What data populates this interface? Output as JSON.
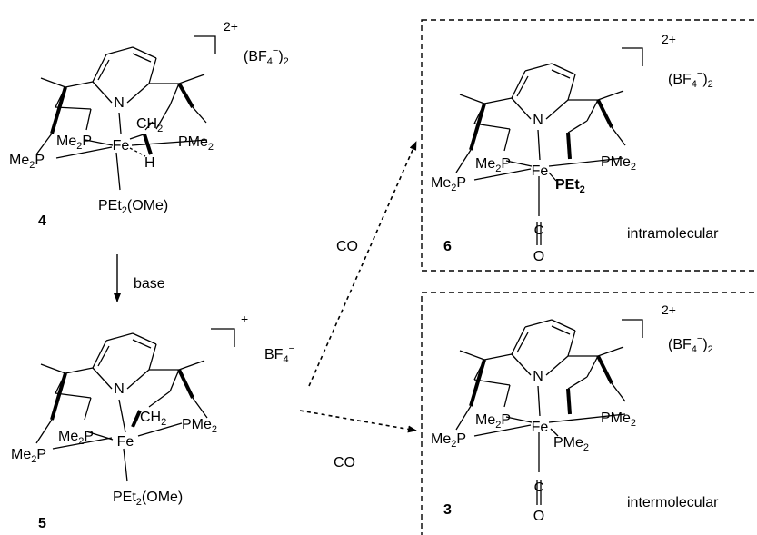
{
  "compounds": {
    "c4": {
      "number": "4",
      "charge": "2+",
      "counterion": {
        "main": "(BF",
        "sub": "4",
        "sup": "−",
        "close": ")",
        "mult": "2"
      },
      "labels": {
        "N": "N",
        "Fe": "Fe",
        "Me2P_left": {
          "a": "Me",
          "b": "2",
          "c": "P"
        },
        "Me2P_inner": {
          "a": "Me",
          "b": "2",
          "c": "P"
        },
        "PMe2_right": {
          "a": "PMe",
          "b": "2"
        },
        "CH2": {
          "a": "CH",
          "b": "2"
        },
        "H": "H",
        "axial": {
          "a": "PEt",
          "b": "2",
          "c": "(OMe)"
        }
      }
    },
    "c5": {
      "number": "5",
      "charge": "+",
      "counterion": {
        "main": "BF",
        "sub": "4",
        "sup": "−"
      },
      "labels": {
        "N": "N",
        "Fe": "Fe",
        "Me2P_left": {
          "a": "Me",
          "b": "2",
          "c": "P"
        },
        "Me2P_inner": {
          "a": "Me",
          "b": "2",
          "c": "P"
        },
        "PMe2_right": {
          "a": "PMe",
          "b": "2"
        },
        "CH2": {
          "a": "CH",
          "b": "2"
        },
        "axial": {
          "a": "PEt",
          "b": "2",
          "c": "(OMe)"
        }
      }
    },
    "c6": {
      "number": "6",
      "charge": "2+",
      "counterion": {
        "main": "(BF",
        "sub": "4",
        "sup": "−",
        "close": ")",
        "mult": "2"
      },
      "pathway": "intramolecular",
      "labels": {
        "N": "N",
        "Fe": "Fe",
        "Me2P_left": {
          "a": "Me",
          "b": "2",
          "c": "P"
        },
        "Me2P_inner": {
          "a": "Me",
          "b": "2",
          "c": "P"
        },
        "PMe2_right": {
          "a": "PMe",
          "b": "2"
        },
        "PEt2": {
          "a": "PEt",
          "b": "2"
        },
        "CO": {
          "C": "C",
          "O": "O"
        }
      }
    },
    "c3": {
      "number": "3",
      "charge": "2+",
      "counterion": {
        "main": "(BF",
        "sub": "4",
        "sup": "−",
        "close": ")",
        "mult": "2"
      },
      "pathway": "intermolecular",
      "labels": {
        "N": "N",
        "Fe": "Fe",
        "Me2P_left": {
          "a": "Me",
          "b": "2",
          "c": "P"
        },
        "Me2P_inner": {
          "a": "Me",
          "b": "2",
          "c": "P"
        },
        "PMe2_right": {
          "a": "PMe",
          "b": "2"
        },
        "PMe2_eq": {
          "a": "PMe",
          "b": "2"
        },
        "CO": {
          "C": "C",
          "O": "O"
        }
      }
    }
  },
  "arrows": {
    "down": {
      "reagent": "base"
    },
    "up_right": {
      "reagent": "CO"
    },
    "down_right": {
      "reagent": "CO"
    }
  }
}
